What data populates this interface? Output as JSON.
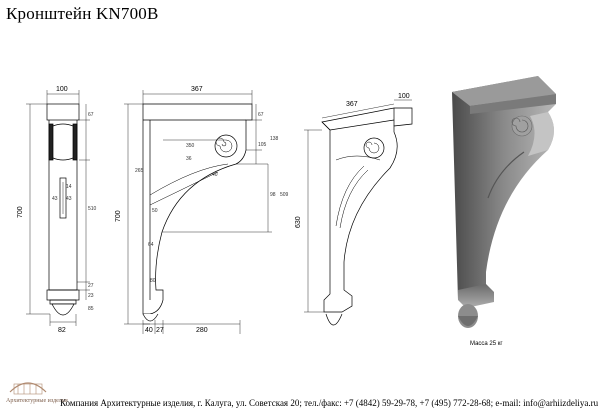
{
  "title": "Кронштейн KN700B",
  "front_view": {
    "width": "100",
    "height": "700",
    "bottom_width": "82",
    "side_dims": [
      "67",
      "14",
      "43",
      "43",
      "510",
      "27",
      "23",
      "85"
    ]
  },
  "side_view": {
    "top_width": "367",
    "height": "700",
    "bottom_dims": [
      "40",
      "27",
      "280"
    ],
    "inner_dims": [
      "350",
      "67",
      "105",
      "138",
      "98",
      "36",
      "265",
      "50",
      "40",
      "64",
      "80",
      "509"
    ]
  },
  "iso_view": {
    "top_depth": "367",
    "top_width": "100",
    "height": "630"
  },
  "mass_label": "Масса 25 кг",
  "footer": "Компания Архитектурные изделия, г. Калуга, ул. Советская 20; тел./факс: +7 (4842) 59-29-78, +7 (495) 772-28-68; e-mail: info@arhiizdeliya.ru",
  "logo_text": "Архитектурные изделия"
}
